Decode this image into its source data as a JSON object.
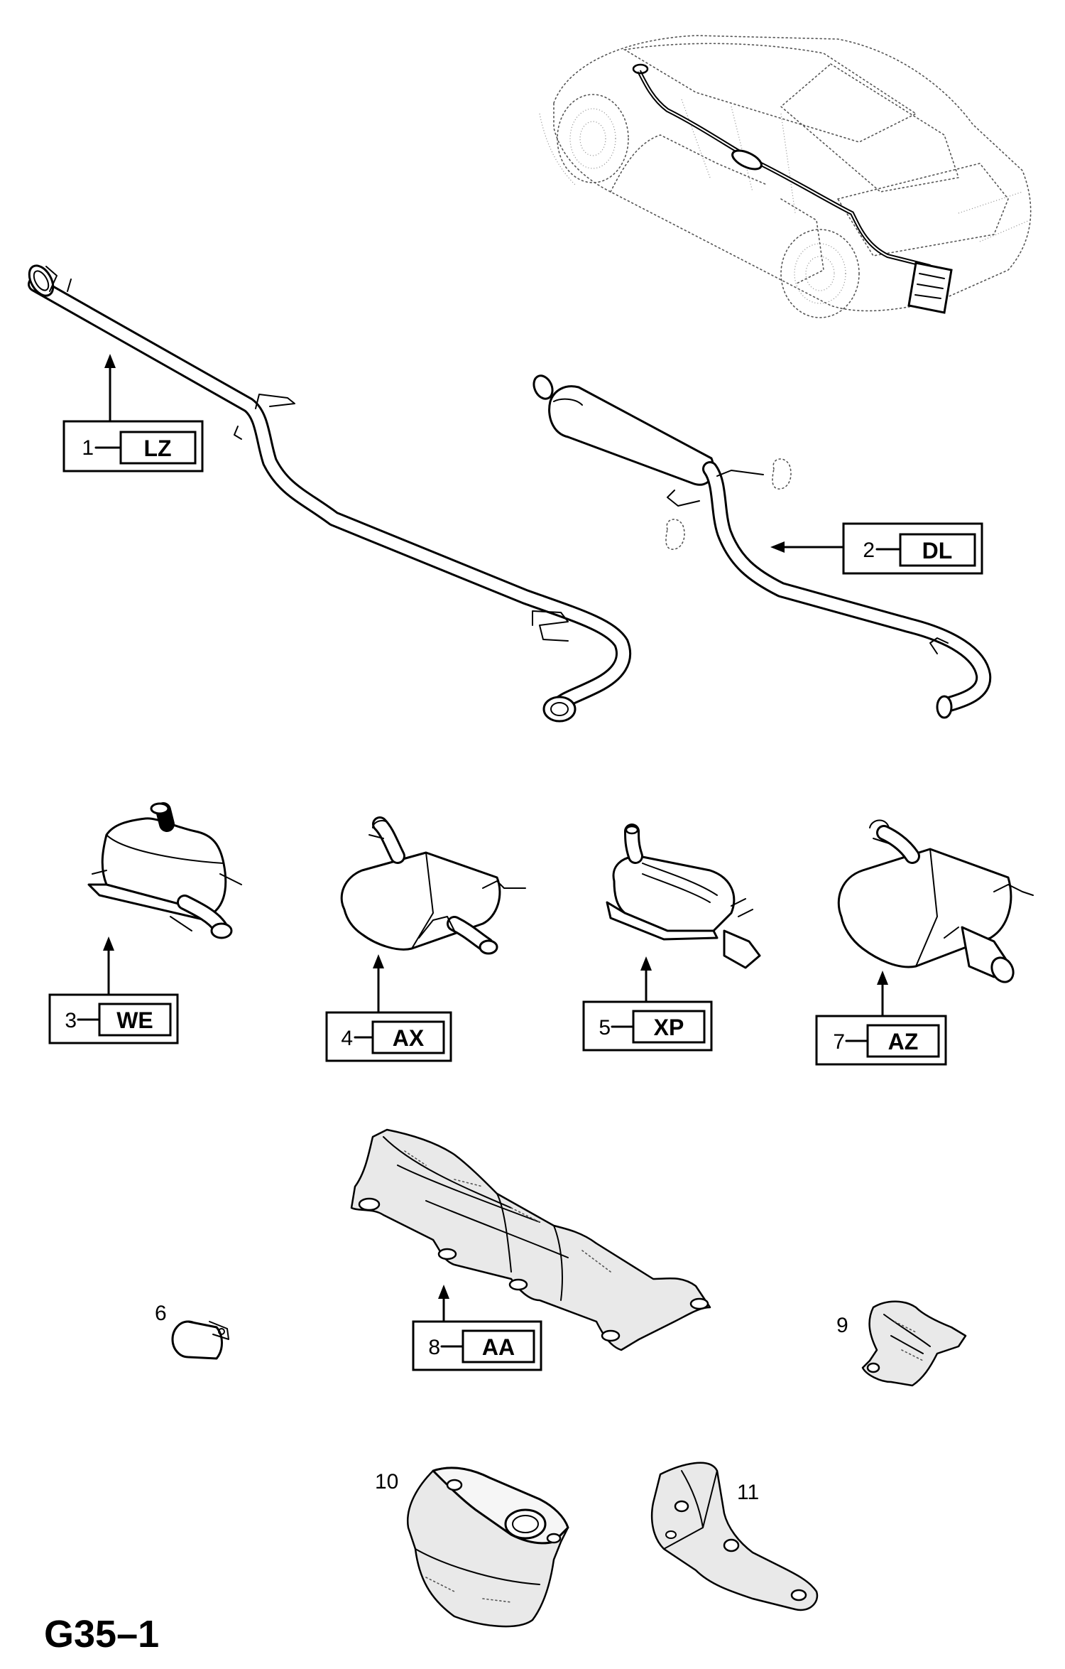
{
  "diagram": {
    "caption": "G35–1",
    "parts": [
      {
        "number": "1",
        "code": "LZ"
      },
      {
        "number": "2",
        "code": "DL"
      },
      {
        "number": "3",
        "code": "WE"
      },
      {
        "number": "4",
        "code": "AX"
      },
      {
        "number": "5",
        "code": "XP"
      },
      {
        "number": "7",
        "code": "AZ"
      },
      {
        "number": "8",
        "code": "AA"
      }
    ],
    "loose_labels": {
      "part6": "6",
      "part9": "9",
      "part10": "10",
      "part11": "11"
    }
  }
}
